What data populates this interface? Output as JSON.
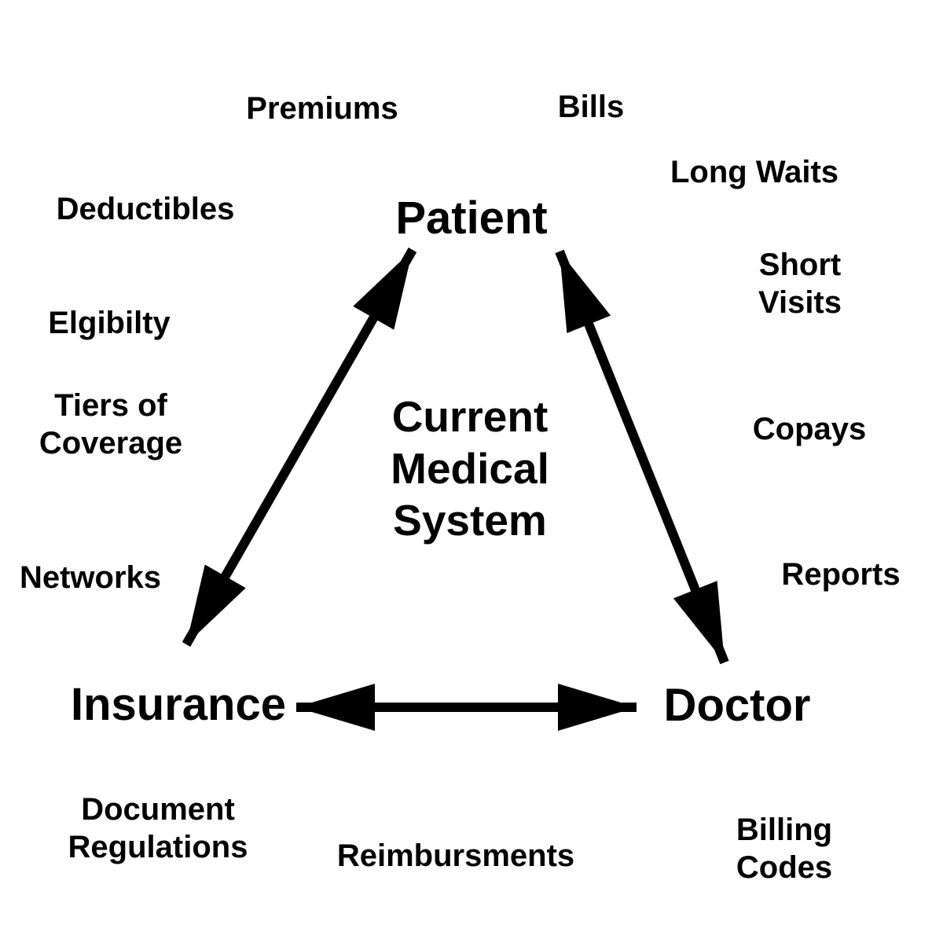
{
  "background_color": "#ffffff",
  "text_color": "#000000",
  "title": {
    "text": "Current\nMedical\nSystem"
  },
  "nodes": [
    {
      "id": "patient",
      "label": "Patient"
    },
    {
      "id": "insurance",
      "label": "Insurance"
    },
    {
      "id": "doctor",
      "label": "Doctor"
    }
  ],
  "satellites": [
    {
      "near": "patient",
      "label": "Premiums"
    },
    {
      "near": "patient",
      "label": "Bills"
    },
    {
      "near": "doctor",
      "label": "Long Waits"
    },
    {
      "near": "insurance",
      "label": "Deductibles"
    },
    {
      "near": "doctor",
      "label": "Short Visits"
    },
    {
      "near": "insurance",
      "label": "Elgibilty"
    },
    {
      "near": "insurance",
      "label": "Tiers of\nCoverage"
    },
    {
      "near": "doctor",
      "label": "Copays"
    },
    {
      "near": "insurance",
      "label": "Networks"
    },
    {
      "near": "doctor",
      "label": "Reports"
    },
    {
      "near": "insurance",
      "label": "Document\nRegulations"
    },
    {
      "near": "insurance-doctor",
      "label": "Reimbursments"
    },
    {
      "near": "doctor",
      "label": "Billing Codes"
    }
  ],
  "edges": [
    {
      "from": "Patient",
      "to": "Insurance",
      "style": "double-arrow"
    },
    {
      "from": "Patient",
      "to": "Doctor",
      "style": "double-arrow"
    },
    {
      "from": "Insurance",
      "to": "Doctor",
      "style": "double-arrow"
    }
  ]
}
